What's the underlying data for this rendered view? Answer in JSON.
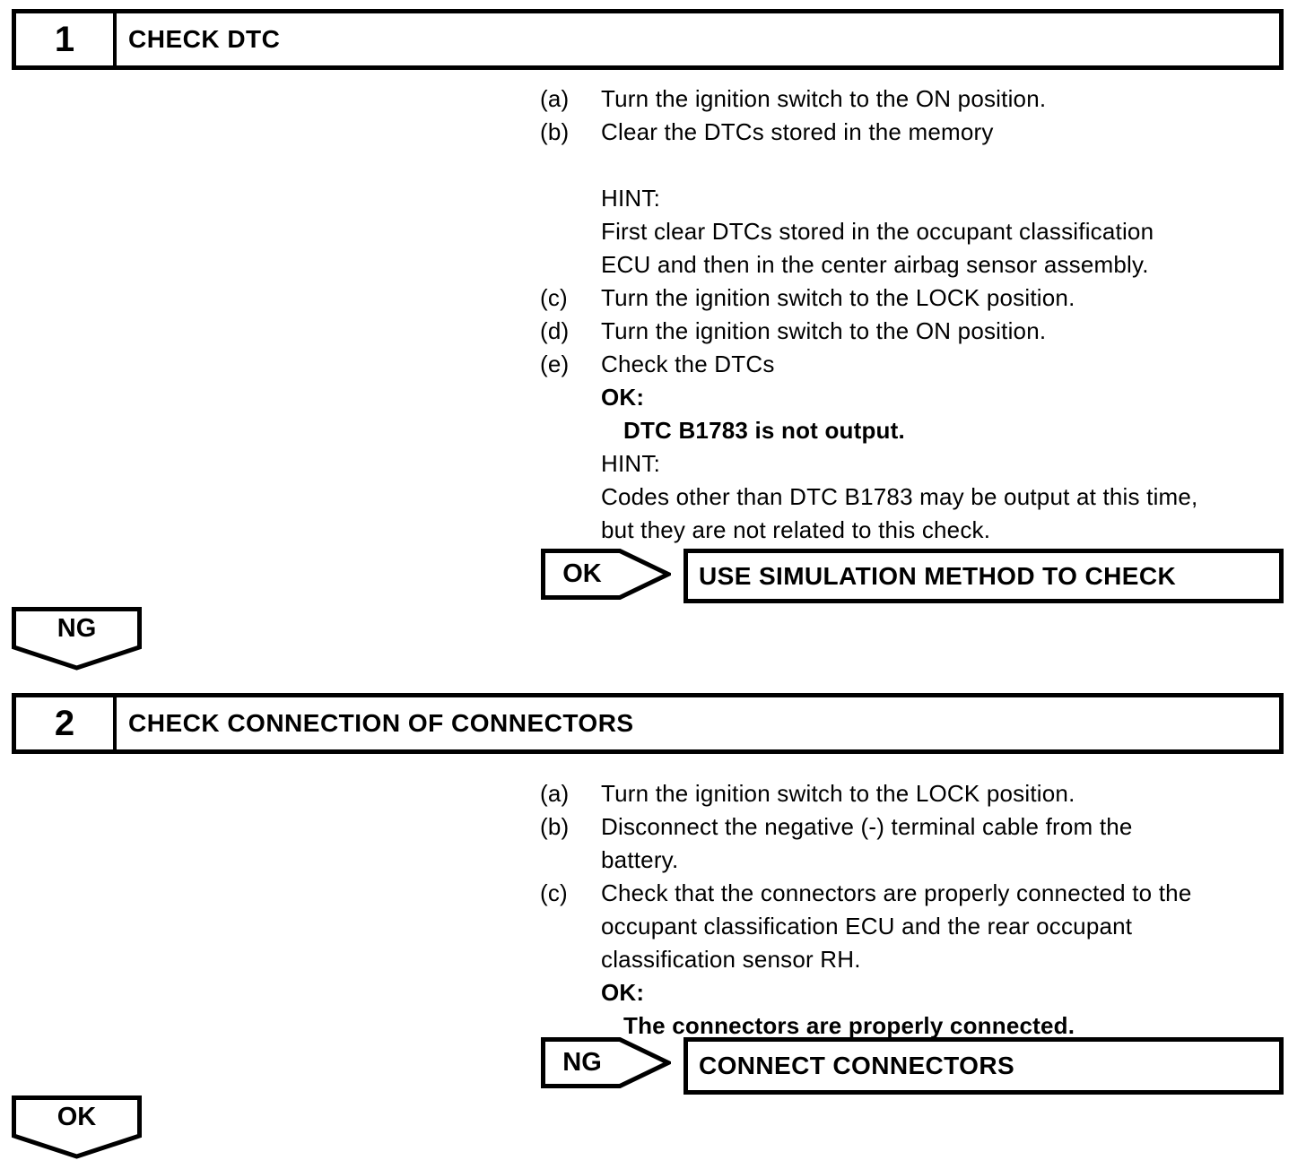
{
  "sections": [
    {
      "number": "1",
      "title": "CHECK DTC",
      "lines": [
        {
          "label": "(a)",
          "text": "Turn the ignition switch to the ON position."
        },
        {
          "label": "(b)",
          "text": "Clear the DTCs stored in the memory"
        },
        {
          "text": ""
        },
        {
          "text": "HINT:"
        },
        {
          "text": "First clear DTCs stored in the occupant classification"
        },
        {
          "text": "ECU and then in the center airbag sensor assembly."
        },
        {
          "label": "(c)",
          "text": "Turn the ignition switch to the LOCK position."
        },
        {
          "label": "(d)",
          "text": "Turn the ignition switch to the ON position."
        },
        {
          "label": "(e)",
          "text": "Check the DTCs"
        },
        {
          "text": "OK:"
        },
        {
          "text": "DTC B1783 is not output."
        },
        {
          "text": "HINT:"
        },
        {
          "text": "Codes other than DTC B1783 may be output at this time,"
        },
        {
          "text": "but they are not related to this check."
        }
      ],
      "branch": {
        "tag": "OK",
        "action": "USE SIMULATION METHOD TO CHECK"
      },
      "flow": {
        "tag": "NG"
      }
    },
    {
      "number": "2",
      "title": "CHECK CONNECTION OF CONNECTORS",
      "lines": [
        {
          "label": "(a)",
          "text": "Turn the ignition switch to the LOCK position."
        },
        {
          "label": "(b)",
          "text": "Disconnect the negative (-) terminal cable from the"
        },
        {
          "text": "battery."
        },
        {
          "label": "(c)",
          "text": "Check that the connectors are properly connected to the"
        },
        {
          "text": "occupant classification ECU and the rear occupant"
        },
        {
          "text": "classification sensor RH."
        },
        {
          "text": "OK:"
        },
        {
          "text": "The connectors are properly connected."
        }
      ],
      "branch": {
        "tag": "NG",
        "action": "CONNECT CONNECTORS"
      },
      "flow": {
        "tag": "OK"
      }
    }
  ],
  "colors": {
    "ink": "#000000",
    "paper": "#ffffff"
  }
}
